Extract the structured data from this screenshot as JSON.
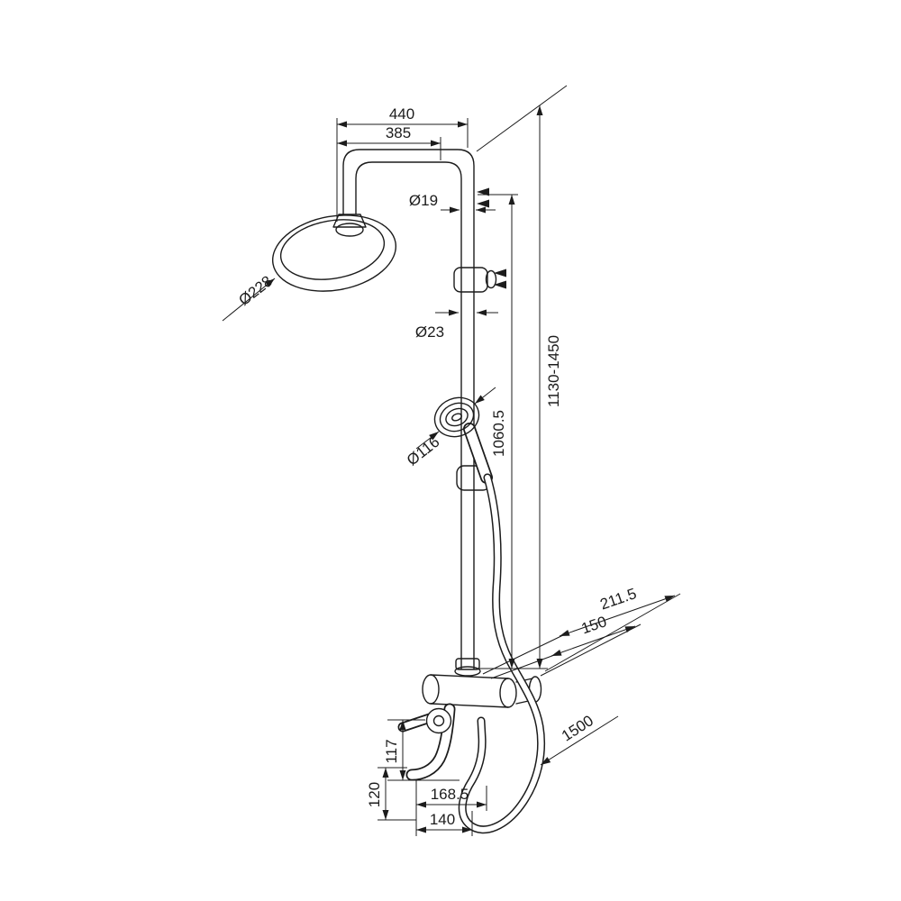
{
  "page": {
    "background_color": "#ffffff",
    "line_color": "#1c1c1c"
  },
  "dimensions": {
    "d440": "440",
    "d385": "385",
    "d19": "Ø19",
    "d228": "Ø228",
    "d23": "Ø23",
    "d1130_1450": "1130-1450",
    "d1060_5": "1060.5",
    "d116": "Ø116",
    "d211_5": "211.5",
    "d150": "150",
    "d1500": "1500",
    "d117": "117",
    "d120": "120",
    "d168_5": "168.5",
    "d140": "140"
  }
}
